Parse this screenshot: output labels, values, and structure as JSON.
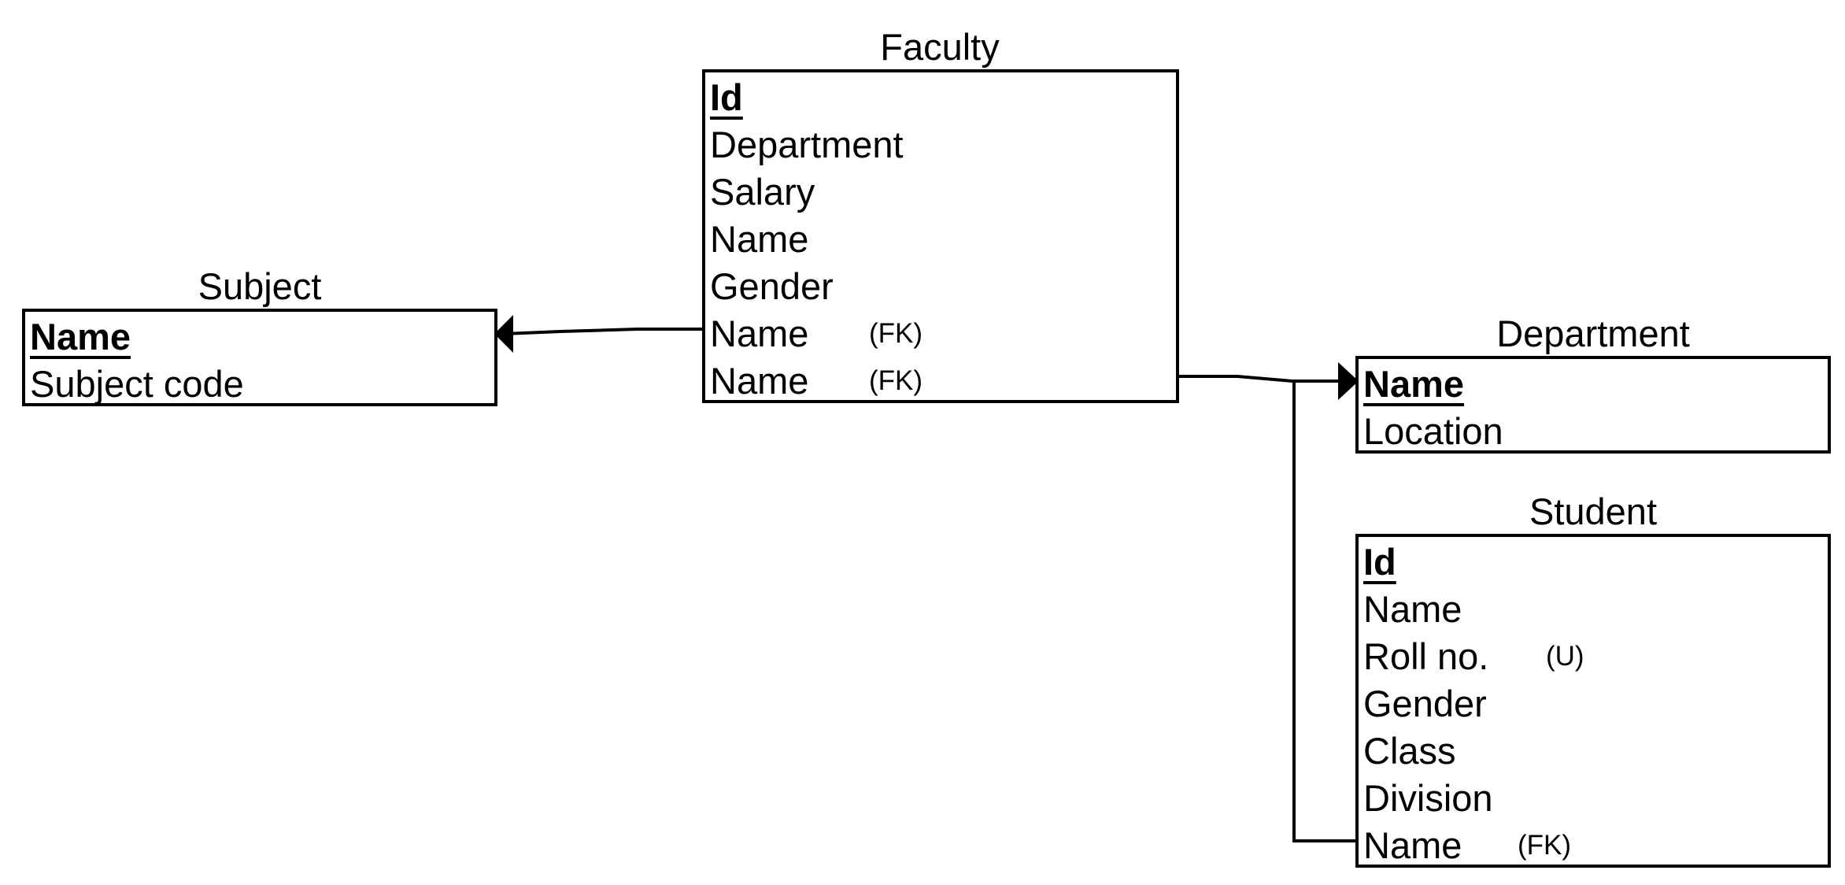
{
  "entities": {
    "faculty": {
      "title": "Faculty",
      "attributes": [
        {
          "name": "Id",
          "pk": true,
          "note": ""
        },
        {
          "name": "Department",
          "pk": false,
          "note": ""
        },
        {
          "name": "Salary",
          "pk": false,
          "note": ""
        },
        {
          "name": "Name",
          "pk": false,
          "note": ""
        },
        {
          "name": "Gender",
          "pk": false,
          "note": ""
        },
        {
          "name": "Name",
          "pk": false,
          "note": "(FK)"
        },
        {
          "name": "Name",
          "pk": false,
          "note": "(FK)"
        }
      ]
    },
    "subject": {
      "title": "Subject",
      "attributes": [
        {
          "name": "Name",
          "pk": true,
          "note": ""
        },
        {
          "name": "Subject code",
          "pk": false,
          "note": ""
        }
      ]
    },
    "department": {
      "title": "Department",
      "attributes": [
        {
          "name": "Name",
          "pk": true,
          "note": ""
        },
        {
          "name": "Location",
          "pk": false,
          "note": ""
        }
      ]
    },
    "student": {
      "title": "Student",
      "attributes": [
        {
          "name": "Id",
          "pk": true,
          "note": ""
        },
        {
          "name": "Name",
          "pk": false,
          "note": ""
        },
        {
          "name": "Roll no.",
          "pk": false,
          "note": "(U)"
        },
        {
          "name": "Gender",
          "pk": false,
          "note": ""
        },
        {
          "name": "Class",
          "pk": false,
          "note": ""
        },
        {
          "name": "Division",
          "pk": false,
          "note": ""
        },
        {
          "name": "Name",
          "pk": false,
          "note": "(FK)"
        }
      ]
    }
  },
  "relationships": [
    {
      "from": "Faculty.Name (FK)",
      "to": "Subject.Name"
    },
    {
      "from": "Faculty.Name (FK)",
      "to": "Department.Name"
    },
    {
      "from": "Student.Name (FK)",
      "to": "Department.Name"
    }
  ],
  "colors": {
    "line": "#000000",
    "background": "#ffffff"
  }
}
